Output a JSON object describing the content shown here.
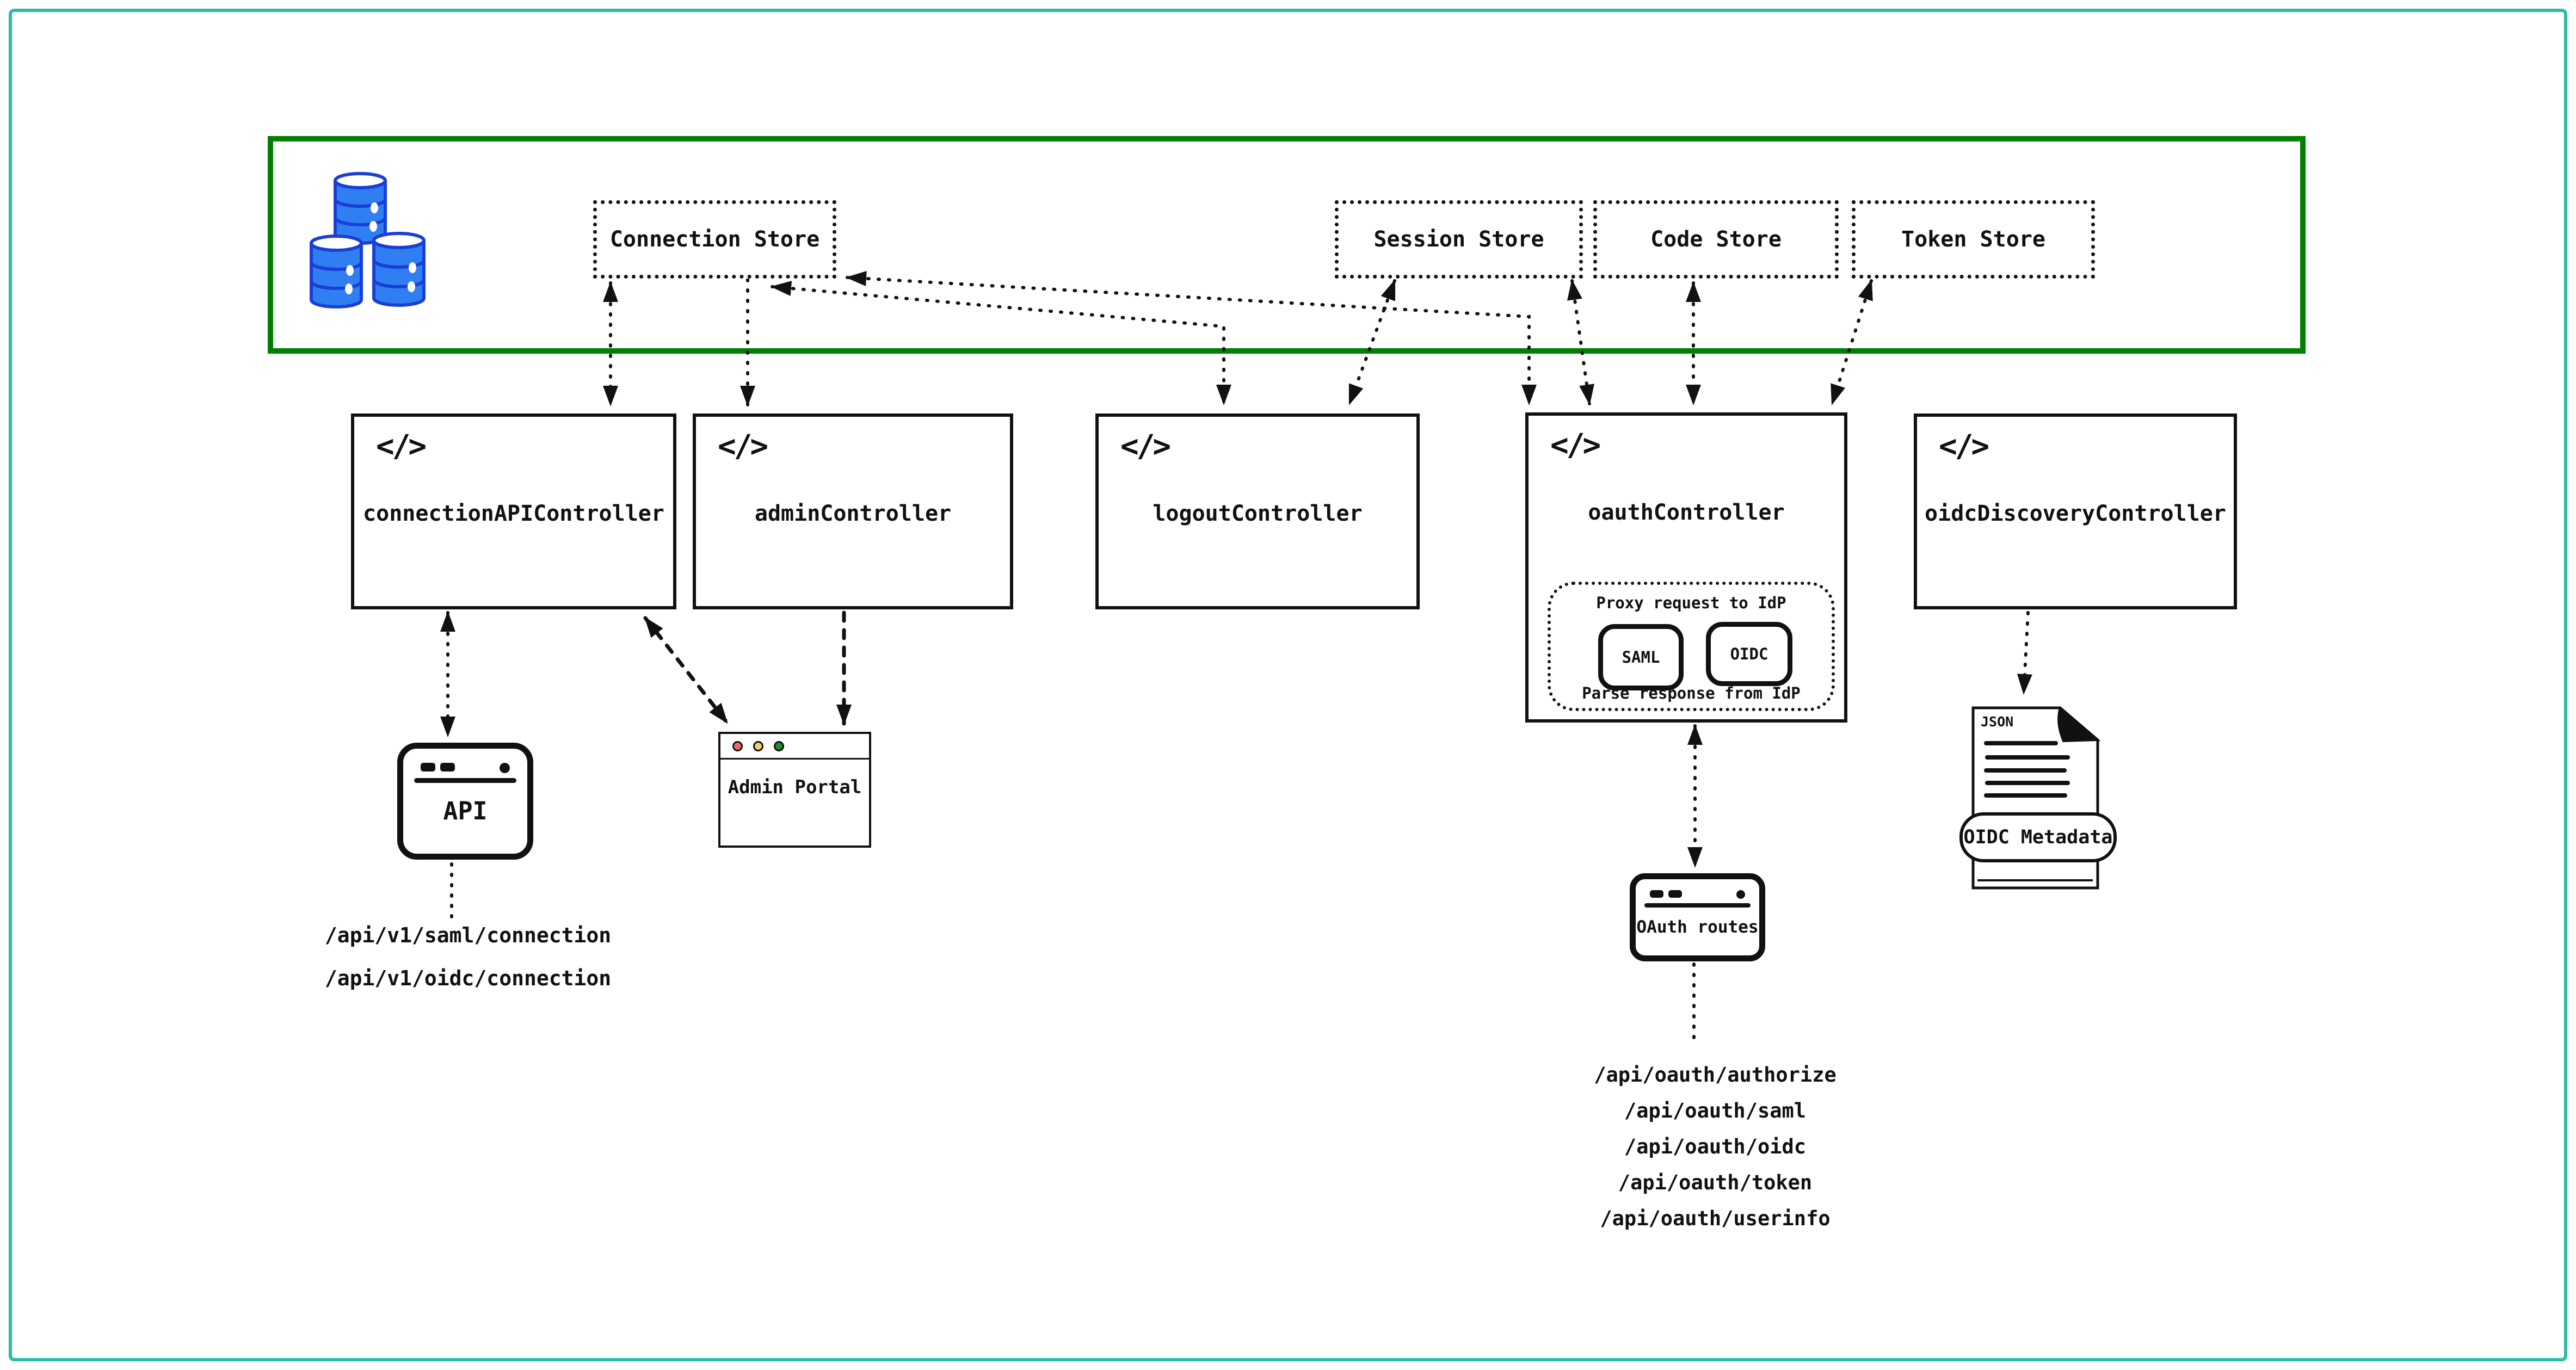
{
  "diagram": {
    "stores": {
      "connection": "Connection Store",
      "session": "Session Store",
      "code": "Code Store",
      "token": "Token Store"
    },
    "controllers": {
      "connection_api": "connectionAPIController",
      "admin": "adminController",
      "logout": "logoutController",
      "oauth": "oauthController",
      "oidc_discovery": "oidcDiscoveryController"
    },
    "oauth_internals": {
      "proxy": "Proxy request to IdP",
      "saml": "SAML",
      "oidc": "OIDC",
      "parse": "Parse response from IdP"
    },
    "windows": {
      "api": "API",
      "admin_portal": "Admin Portal",
      "oauth_routes": "OAuth routes"
    },
    "document": {
      "file_type": "JSON",
      "label": "OIDC Metadata"
    },
    "api_paths": [
      "/api/v1/saml/connection",
      "/api/v1/oidc/connection"
    ],
    "oauth_paths": [
      "/api/oauth/authorize",
      "/api/oauth/saml",
      "/api/oauth/oidc",
      "/api/oauth/token",
      "/api/oauth/userinfo"
    ],
    "icons": {
      "code_glyph": "</>",
      "database": "database-icon",
      "browser_window": "browser-window-icon",
      "json_document": "json-document-icon"
    },
    "colors": {
      "frame": "#2abda4",
      "zone_border": "#008000",
      "database_fill": "#2f7ff2",
      "database_outline": "#1a3fd6",
      "dot_red": "#ef6b65",
      "dot_yellow": "#f5ce62",
      "dot_green": "#1d8f27"
    }
  }
}
